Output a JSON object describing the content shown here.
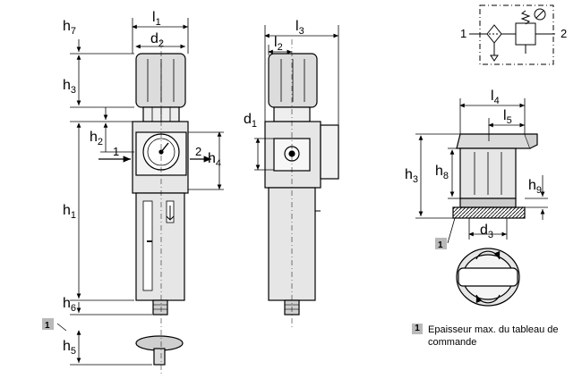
{
  "labels": {
    "h7": "h",
    "h7_sub": "7",
    "h3": "h",
    "h3_sub": "3",
    "h2": "h",
    "h2_sub": "2",
    "h1": "h",
    "h1_sub": "1",
    "h6": "h",
    "h6_sub": "6",
    "h5": "h",
    "h5_sub": "5",
    "h4": "h",
    "h4_sub": "4",
    "l1": "l",
    "l1_sub": "1",
    "d2": "d",
    "d2_sub": "2",
    "l3": "l",
    "l3_sub": "3",
    "l2": "l",
    "l2_sub": "2",
    "d1": "d",
    "d1_sub": "1",
    "l4": "l",
    "l4_sub": "4",
    "l5": "l",
    "l5_sub": "5",
    "h3b": "h",
    "h3b_sub": "3",
    "h8": "h",
    "h8_sub": "8",
    "h9": "h",
    "h9_sub": "9",
    "d3": "d",
    "d3_sub": "3",
    "port_in": "1",
    "port_out": "2",
    "sym_in": "1",
    "sym_out": "2",
    "callout_left": "1",
    "callout_right": "1"
  },
  "note": {
    "badge": "1",
    "text": "Epaisseur max. du tableau de commande"
  }
}
